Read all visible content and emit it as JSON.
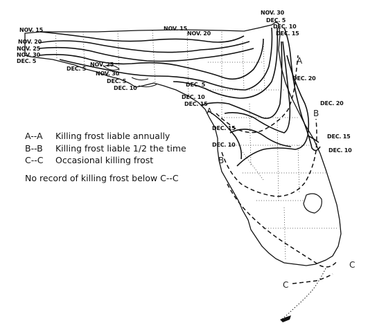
{
  "map": {
    "labels": {
      "nov15_a": "NOV. 15",
      "nov15_b": "NOV. 15",
      "nov20_a": "NOV. 20",
      "nov20_b": "NOV. 20",
      "nov25_a": "NOV. 25",
      "nov25_b": "NOV. 25",
      "nov30_a": "NOV. 30",
      "nov30_b": "NOV. 30",
      "nov30_c": "NOV. 30",
      "dec5_a": "DEC. 5",
      "dec5_b": "DEC. 5",
      "dec5_c": "DEC. 5",
      "dec5_d": "DEC. 5",
      "dec5_e": "DEC. 5",
      "dec10_a": "DEC. 10",
      "dec10_b": "DEC. 10",
      "dec10_c": "DEC. 10",
      "dec10_d": "DEC. 10",
      "dec10_e": "DEC. 10",
      "dec15_a": "DEC. 15",
      "dec15_b": "DEC. 15",
      "dec15_c": "DEC. 15",
      "dec15_d": "DEC. 15",
      "dec20_a": "DEC. 20",
      "dec20_b": "DEC. 20"
    },
    "line_letters": {
      "a_north": "A",
      "a_west": "A",
      "b_east": "B",
      "b_west": "B",
      "c_east": "C",
      "c_west": "C"
    }
  },
  "legend": {
    "items": [
      {
        "key": "A--A",
        "text": "Killing frost liable annually"
      },
      {
        "key": "B--B",
        "text": "Killing frost liable 1/2 the time"
      },
      {
        "key": "C--C",
        "text": "Occasional killing frost"
      }
    ],
    "note": "No record of killing frost below C--C"
  }
}
